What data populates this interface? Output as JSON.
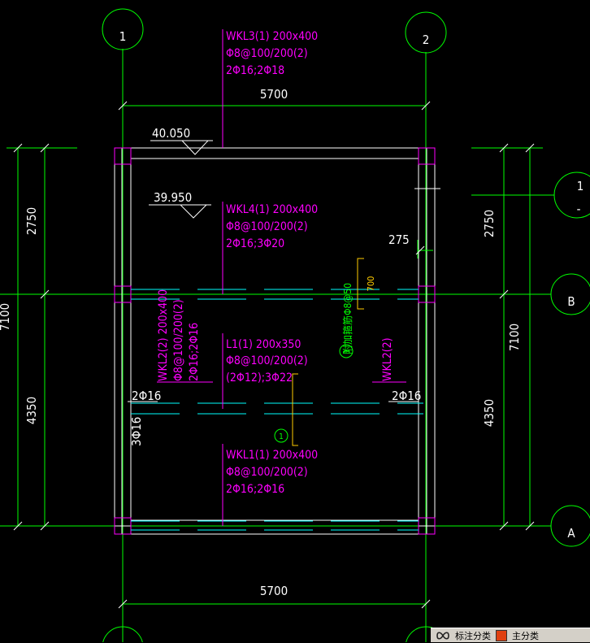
{
  "axes": {
    "col_1": "1",
    "col_2": "2",
    "row_B": "B",
    "row_A": "A",
    "row_sub_num": "1",
    "row_sub_den": "-"
  },
  "dimensions": {
    "top_width": "5700",
    "bottom_width": "5700",
    "left_upper": "2750",
    "left_lower": "4350",
    "left_total": "7100",
    "right_upper": "2750",
    "right_lower": "4350",
    "right_total": "7100",
    "offset": "275",
    "hatch_len": "700"
  },
  "elevations": {
    "roof": "40.050",
    "stair": "39.950"
  },
  "beams": {
    "wkl3": {
      "name": "WKL3(1) 200x400",
      "stirrup": "Φ8@100/200(2)",
      "bars": "2Φ16;2Φ18"
    },
    "wkl4": {
      "name": "WKL4(1) 200x400",
      "stirrup": "Φ8@100/200(2)",
      "bars": "2Φ16;3Φ20"
    },
    "l1": {
      "name": "L1(1) 200x350",
      "stirrup": "Φ8@100/200(2)",
      "bars": "(2Φ12);3Φ22"
    },
    "wkl1": {
      "name": "WKL1(1) 200x400",
      "stirrup": "Φ8@100/200(2)",
      "bars": "2Φ16;2Φ16"
    },
    "wkl2_left": {
      "name": "WKL2(2) 200x400",
      "stirrup": "Φ8@100/200(2)",
      "bars": "2Φ16;2Φ16"
    },
    "wkl2_right": {
      "name": "WKL2(2)"
    }
  },
  "rebar_labels": {
    "left_top": "2Φ16",
    "right_top": "2Φ16",
    "left_side": "3Φ16"
  },
  "green_note": "附加箍筋Φ8@50",
  "markers": {
    "note_mark": "1",
    "section_mark": "1"
  },
  "statusbar": {
    "label_1": "标注分类",
    "label_2": "主分类"
  },
  "colors": {
    "background": "#000000",
    "outline": "#ffffff",
    "axis": "#00ff00",
    "annotation": "#ff00ff",
    "reinforcement": "#00ffff",
    "hatch": "#ffcc00"
  }
}
